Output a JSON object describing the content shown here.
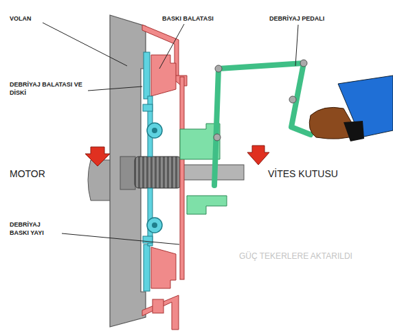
{
  "diagram": {
    "labels": [
      "VOLAN",
      "BASKI BALATASI",
      "DEBRİYAJ PEDALI",
      "DEBRİYAJ BALATASI VE DİSKİ",
      "MOTOR",
      "VİTES KUTUSU",
      "DEBRİYAJ BASKI YAYI",
      "GÜÇ TEKERLERE AKTARILDI"
    ]
  }
}
